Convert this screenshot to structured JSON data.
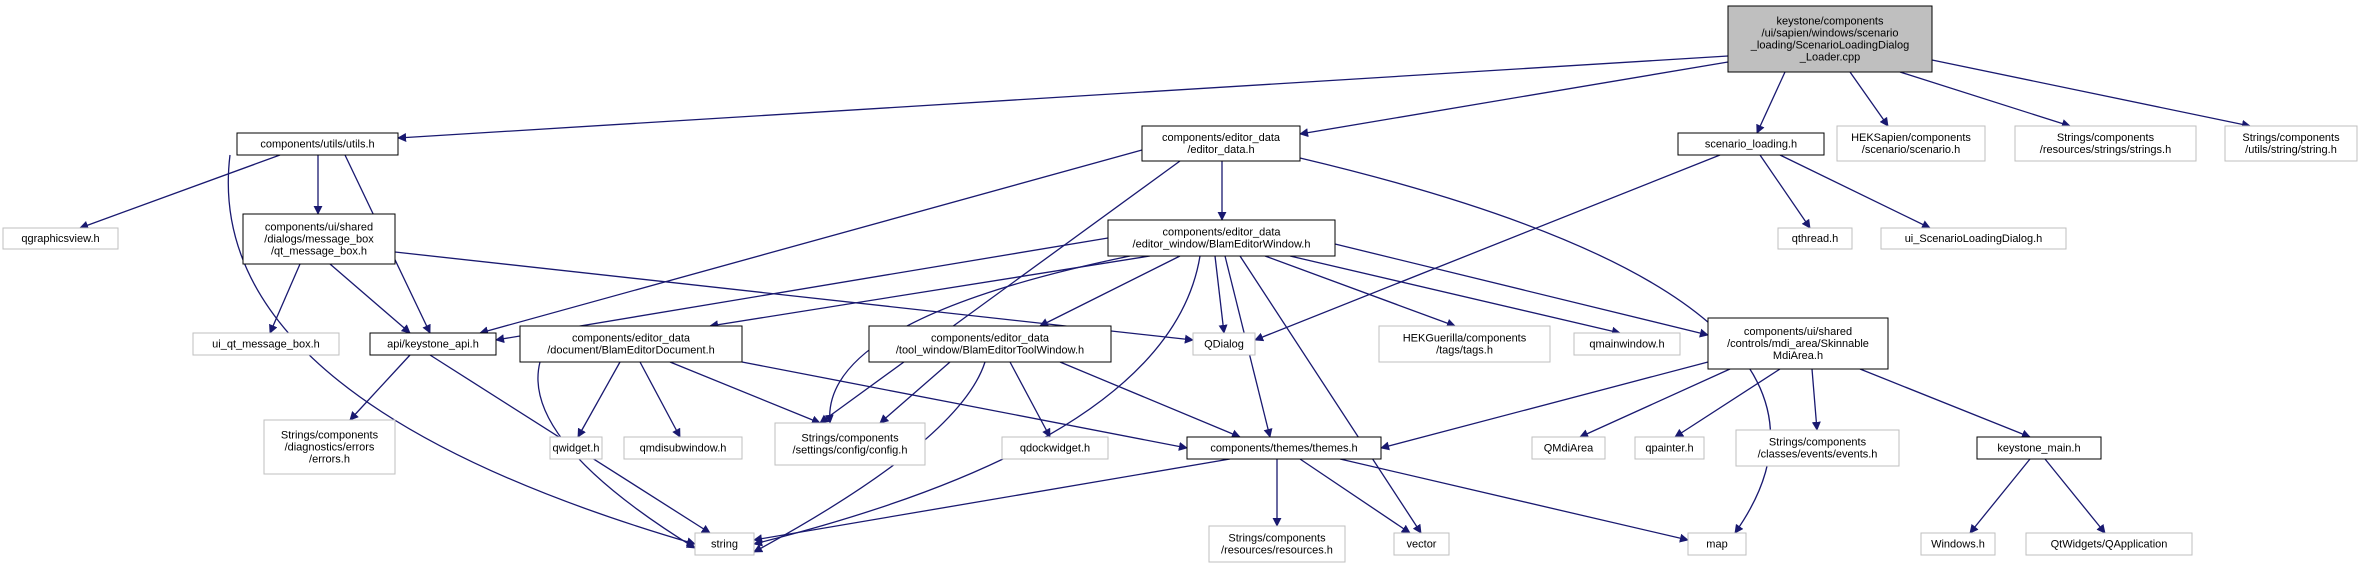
{
  "graph": {
    "root": "n0",
    "nodes": [
      {
        "id": "n0",
        "lines": [
          "keystone/components",
          "/ui/sapien/windows/scenario",
          "_loading/ScenarioLoadingDialog",
          "_Loader.cpp"
        ],
        "kind": "root"
      },
      {
        "id": "n1",
        "lines": [
          "components/utils/utils.h"
        ],
        "kind": "normal"
      },
      {
        "id": "n2",
        "lines": [
          "components/editor_data",
          "/editor_data.h"
        ],
        "kind": "normal"
      },
      {
        "id": "n3",
        "lines": [
          "scenario_loading.h"
        ],
        "kind": "normal"
      },
      {
        "id": "n4",
        "lines": [
          "HEKSapien/components",
          "/scenario/scenario.h"
        ],
        "kind": "external"
      },
      {
        "id": "n5",
        "lines": [
          "Strings/components",
          "/resources/strings/strings.h"
        ],
        "kind": "external"
      },
      {
        "id": "n6",
        "lines": [
          "Strings/components",
          "/utils/string/string.h"
        ],
        "kind": "external"
      },
      {
        "id": "n7",
        "lines": [
          "qgraphicsview.h"
        ],
        "kind": "external"
      },
      {
        "id": "n8",
        "lines": [
          "components/ui/shared",
          "/dialogs/message_box",
          "/qt_message_box.h"
        ],
        "kind": "normal"
      },
      {
        "id": "n9",
        "lines": [
          "api/keystone_api.h"
        ],
        "kind": "normal"
      },
      {
        "id": "n10",
        "lines": [
          "string"
        ],
        "kind": "external"
      },
      {
        "id": "n11",
        "lines": [
          "components/editor_data",
          "/editor_window/BlamEditorWindow.h"
        ],
        "kind": "normal"
      },
      {
        "id": "n12",
        "lines": [
          "Strings/components",
          "/settings/config/config.h"
        ],
        "kind": "external"
      },
      {
        "id": "n13",
        "lines": [
          "map"
        ],
        "kind": "external"
      },
      {
        "id": "n14",
        "lines": [
          "QDialog"
        ],
        "kind": "external"
      },
      {
        "id": "n15",
        "lines": [
          "qthread.h"
        ],
        "kind": "external"
      },
      {
        "id": "n16",
        "lines": [
          "ui_ScenarioLoadingDialog.h"
        ],
        "kind": "external"
      },
      {
        "id": "n17",
        "lines": [
          "ui_qt_message_box.h"
        ],
        "kind": "external"
      },
      {
        "id": "n18",
        "lines": [
          "Strings/components",
          "/diagnostics/errors",
          "/errors.h"
        ],
        "kind": "external"
      },
      {
        "id": "n19",
        "lines": [
          "components/editor_data",
          "/document/BlamEditorDocument.h"
        ],
        "kind": "normal"
      },
      {
        "id": "n20",
        "lines": [
          "components/editor_data",
          "/tool_window/BlamEditorToolWindow.h"
        ],
        "kind": "normal"
      },
      {
        "id": "n21",
        "lines": [
          "components/themes/themes.h"
        ],
        "kind": "normal"
      },
      {
        "id": "n22",
        "lines": [
          "HEKGuerilla/components",
          "/tags/tags.h"
        ],
        "kind": "external"
      },
      {
        "id": "n23",
        "lines": [
          "qmainwindow.h"
        ],
        "kind": "external"
      },
      {
        "id": "n24",
        "lines": [
          "components/ui/shared",
          "/controls/mdi_area/Skinnable",
          "MdiArea.h"
        ],
        "kind": "normal"
      },
      {
        "id": "n25",
        "lines": [
          "vector"
        ],
        "kind": "external"
      },
      {
        "id": "n26",
        "lines": [
          "qwidget.h"
        ],
        "kind": "external"
      },
      {
        "id": "n27",
        "lines": [
          "qmdisubwindow.h"
        ],
        "kind": "external"
      },
      {
        "id": "n28",
        "lines": [
          "qdockwidget.h"
        ],
        "kind": "external"
      },
      {
        "id": "n29",
        "lines": [
          "Strings/components",
          "/resources/resources.h"
        ],
        "kind": "external"
      },
      {
        "id": "n30",
        "lines": [
          "QMdiArea"
        ],
        "kind": "external"
      },
      {
        "id": "n31",
        "lines": [
          "qpainter.h"
        ],
        "kind": "external"
      },
      {
        "id": "n32",
        "lines": [
          "Strings/components",
          "/classes/events/events.h"
        ],
        "kind": "external"
      },
      {
        "id": "n33",
        "lines": [
          "keystone_main.h"
        ],
        "kind": "normal"
      },
      {
        "id": "n34",
        "lines": [
          "Windows.h"
        ],
        "kind": "external"
      },
      {
        "id": "n35",
        "lines": [
          "QtWidgets/QApplication"
        ],
        "kind": "external"
      }
    ],
    "edges": [
      [
        "n0",
        "n1"
      ],
      [
        "n0",
        "n2"
      ],
      [
        "n0",
        "n3"
      ],
      [
        "n0",
        "n4"
      ],
      [
        "n0",
        "n5"
      ],
      [
        "n0",
        "n6"
      ],
      [
        "n1",
        "n7"
      ],
      [
        "n1",
        "n8"
      ],
      [
        "n1",
        "n9"
      ],
      [
        "n1",
        "n10"
      ],
      [
        "n2",
        "n9"
      ],
      [
        "n2",
        "n11"
      ],
      [
        "n2",
        "n12"
      ],
      [
        "n2",
        "n13"
      ],
      [
        "n3",
        "n14"
      ],
      [
        "n3",
        "n15"
      ],
      [
        "n3",
        "n16"
      ],
      [
        "n8",
        "n17"
      ],
      [
        "n8",
        "n9"
      ],
      [
        "n8",
        "n14"
      ],
      [
        "n9",
        "n18"
      ],
      [
        "n9",
        "n10"
      ],
      [
        "n11",
        "n9"
      ],
      [
        "n11",
        "n19"
      ],
      [
        "n11",
        "n20"
      ],
      [
        "n11",
        "n12"
      ],
      [
        "n11",
        "n10"
      ],
      [
        "n11",
        "n14"
      ],
      [
        "n11",
        "n21"
      ],
      [
        "n11",
        "n22"
      ],
      [
        "n11",
        "n23"
      ],
      [
        "n11",
        "n24"
      ],
      [
        "n11",
        "n25"
      ],
      [
        "n19",
        "n26"
      ],
      [
        "n19",
        "n27"
      ],
      [
        "n19",
        "n12"
      ],
      [
        "n19",
        "n10"
      ],
      [
        "n19",
        "n21"
      ],
      [
        "n20",
        "n28"
      ],
      [
        "n20",
        "n12"
      ],
      [
        "n20",
        "n10"
      ],
      [
        "n20",
        "n21"
      ],
      [
        "n21",
        "n10"
      ],
      [
        "n21",
        "n29"
      ],
      [
        "n21",
        "n25"
      ],
      [
        "n21",
        "n13"
      ],
      [
        "n24",
        "n21"
      ],
      [
        "n24",
        "n30"
      ],
      [
        "n24",
        "n31"
      ],
      [
        "n24",
        "n32"
      ],
      [
        "n24",
        "n33"
      ],
      [
        "n33",
        "n34"
      ],
      [
        "n33",
        "n35"
      ]
    ]
  },
  "colors": {
    "edge": "#191970",
    "root_fill": "#bfbfbf",
    "root_stroke": "#000000",
    "normal_fill": "#ffffff",
    "normal_stroke": "#000000",
    "external_fill": "#ffffff",
    "external_stroke": "#bfbfbf",
    "text": "#000000"
  }
}
